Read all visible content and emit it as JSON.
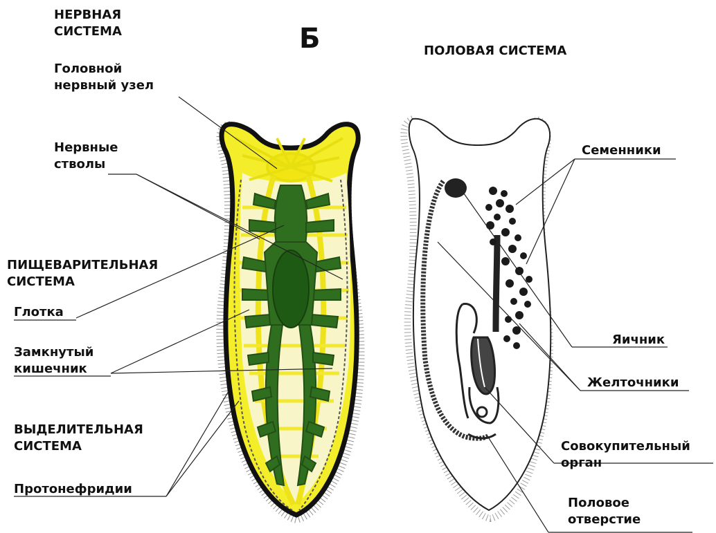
{
  "letter": "Б",
  "labels": {
    "nervous_system": [
      "НЕРВНАЯ",
      "СИСТЕМА"
    ],
    "head_ganglion": [
      "Головной",
      "нервный узел"
    ],
    "nerve_cords": [
      "Нервные",
      "стволы"
    ],
    "digestive_system": [
      "ПИЩЕВАРИТЕЛЬНАЯ",
      "СИСТЕМА"
    ],
    "pharynx": "Глотка",
    "closed_intestine": [
      "Замкнутый",
      "кишечник"
    ],
    "excretory_system": [
      "ВЫДЕЛИТЕЛЬНАЯ",
      "СИСТЕМА"
    ],
    "protonephridia": "Протонефридии",
    "reproductive_system": "ПОЛОВАЯ СИСТЕМА",
    "testes": "Семенники",
    "ovary": "Яичник",
    "vitellaria": "Желточники",
    "copulatory_organ": [
      "Совокупительный",
      "орган"
    ],
    "genital_opening": [
      "Половое",
      "отверстие"
    ]
  },
  "colors": {
    "nervous": "#f2ea1c",
    "digestive": "#2f6e1e",
    "outline": "#111111",
    "excretory": "#555555"
  }
}
